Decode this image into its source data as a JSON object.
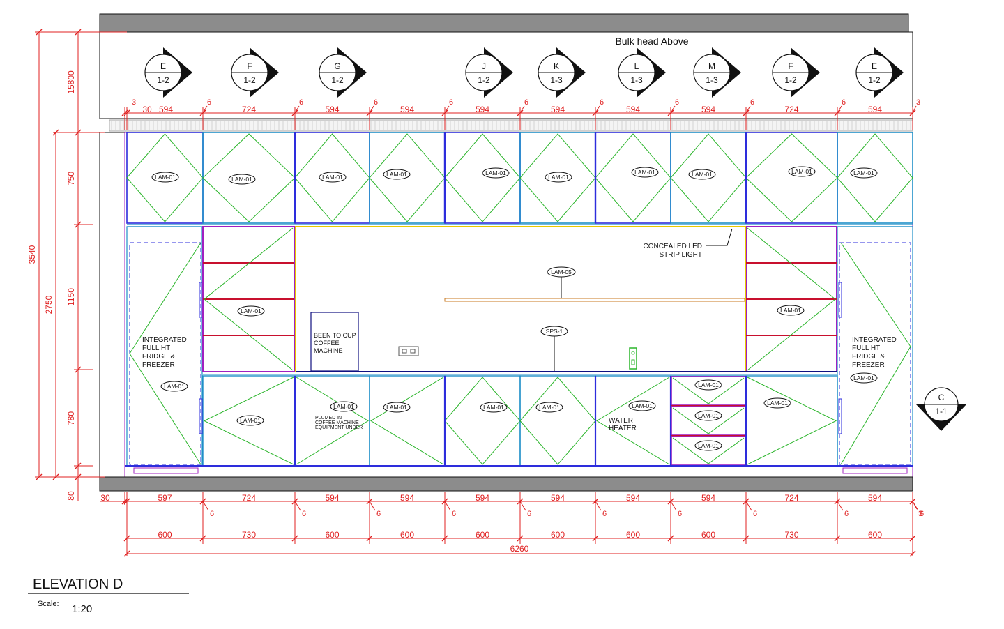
{
  "bulkhead_label": "Bulk head Above",
  "title": "ELEVATION D",
  "scale_label": "Scale:",
  "scale_value": "1:20",
  "section_markers": [
    {
      "top": "E",
      "bottom": "1-2"
    },
    {
      "top": "F",
      "bottom": "1-2"
    },
    {
      "top": "G",
      "bottom": "1-2"
    },
    {
      "top": "J",
      "bottom": "1-2"
    },
    {
      "top": "K",
      "bottom": "1-3"
    },
    {
      "top": "L",
      "bottom": "1-3"
    },
    {
      "top": "M",
      "bottom": "1-3"
    },
    {
      "top": "F",
      "bottom": "1-2"
    },
    {
      "top": "E",
      "bottom": "1-2"
    }
  ],
  "side_marker": {
    "top": "C",
    "bottom": "1-1"
  },
  "top_dims": [
    "3",
    "30",
    "594",
    "6",
    "724",
    "6",
    "594",
    "6",
    "594",
    "6",
    "594",
    "6",
    "594",
    "6",
    "594",
    "6",
    "594",
    "6",
    "724",
    "6",
    "594",
    "3"
  ],
  "bottom_dims": [
    "30",
    "597",
    "724",
    "594",
    "594",
    "594",
    "594",
    "594",
    "594",
    "724",
    "594"
  ],
  "bottom_gaps": [
    "6",
    "6",
    "6",
    "6",
    "6",
    "6",
    "6",
    "6",
    "6",
    "6",
    "3"
  ],
  "overall_dims": [
    "600",
    "730",
    "600",
    "600",
    "600",
    "600",
    "600",
    "600",
    "730",
    "600"
  ],
  "overall_total": "6260",
  "vertical_dims": {
    "bulkhead": "15800",
    "total": "3540",
    "body": "2750",
    "upper": "750",
    "mid": "1150",
    "lower": "780",
    "kick": "80"
  },
  "lam_tag": "LAM-01",
  "lam05_tag": "LAM-05",
  "sps_tag": "SPS-1",
  "notes": {
    "led": "CONCEALED LED",
    "led2": "STRIP LIGHT",
    "coffee1": "BEEN TO CUP",
    "coffee2": "COFFEE",
    "coffee3": "MACHINE",
    "plumed1": "PLUMED IN",
    "plumed2": "COFFEE MACHINE",
    "plumed3": "EQUIPMENT UNDER",
    "water1": "WATER",
    "water2": "HEATER",
    "fridge1": "INTEGRATED",
    "fridge2": "FULL HT",
    "fridge3": "FRIDGE &",
    "fridge4": "FREEZER"
  },
  "colors": {
    "dimension": "#e02020",
    "door_diagonal": "#2bb52b",
    "carcass": "#2d2ddc",
    "shelf": "#c8102e",
    "recess": "#e8c800"
  }
}
